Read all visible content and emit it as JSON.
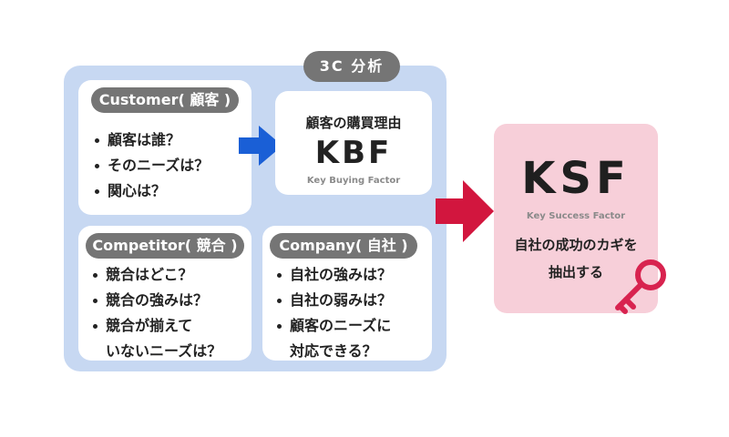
{
  "panel": {
    "title": "3C 分析"
  },
  "customer": {
    "label": "Customer( 顧客 )",
    "bullets": [
      "顧客は誰？",
      "そのニーズは？",
      "関心は？"
    ]
  },
  "kbf": {
    "title": "顧客の購買理由",
    "main": "KBF",
    "sub": "Key Buying Factor"
  },
  "competitor": {
    "label": "Competitor( 競合 )",
    "bullets": [
      {
        "line1": "競合はどこ？",
        "line2": ""
      },
      {
        "line1": "競合の強みは？",
        "line2": ""
      },
      {
        "line1": "競合が揃えて",
        "line2": "いないニーズは？"
      }
    ]
  },
  "company": {
    "label": "Company( 自社 )",
    "bullets": [
      {
        "line1": "自社の強みは？",
        "line2": ""
      },
      {
        "line1": "自社の弱みは？",
        "line2": ""
      },
      {
        "line1": "顧客のニーズに",
        "line2": "対応できる？"
      }
    ]
  },
  "ksf": {
    "main": "KSF",
    "sub": "Key Success Factor",
    "desc_line1": "自社の成功のカギを",
    "desc_line2": "抽出する"
  },
  "colors": {
    "panel": "#c7d8f2",
    "label": "#757575",
    "arrow_blue": "#1a5fd6",
    "arrow_red": "#d2163e",
    "ksf_bg": "#f7cfd9",
    "key": "#d8234f"
  },
  "icons": [
    "arrow-right-blue",
    "arrow-right-red",
    "key-icon"
  ]
}
